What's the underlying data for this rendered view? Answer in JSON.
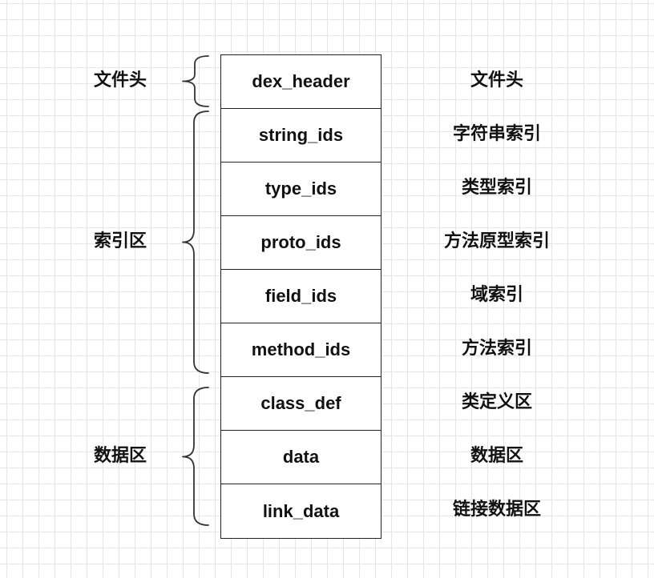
{
  "structure": {
    "rows": [
      {
        "field": "dex_header",
        "description": "文件头"
      },
      {
        "field": "string_ids",
        "description": "字符串索引"
      },
      {
        "field": "type_ids",
        "description": "类型索引"
      },
      {
        "field": "proto_ids",
        "description": "方法原型索引"
      },
      {
        "field": "field_ids",
        "description": "域索引"
      },
      {
        "field": "method_ids",
        "description": "方法索引"
      },
      {
        "field": "class_def",
        "description": "类定义区"
      },
      {
        "field": "data",
        "description": "数据区"
      },
      {
        "field": "link_data",
        "description": "链接数据区"
      }
    ]
  },
  "groups": [
    {
      "label": "文件头",
      "first_row": 0,
      "last_row": 0
    },
    {
      "label": "索引区",
      "first_row": 1,
      "last_row": 5
    },
    {
      "label": "数据区",
      "first_row": 6,
      "last_row": 8
    }
  ]
}
